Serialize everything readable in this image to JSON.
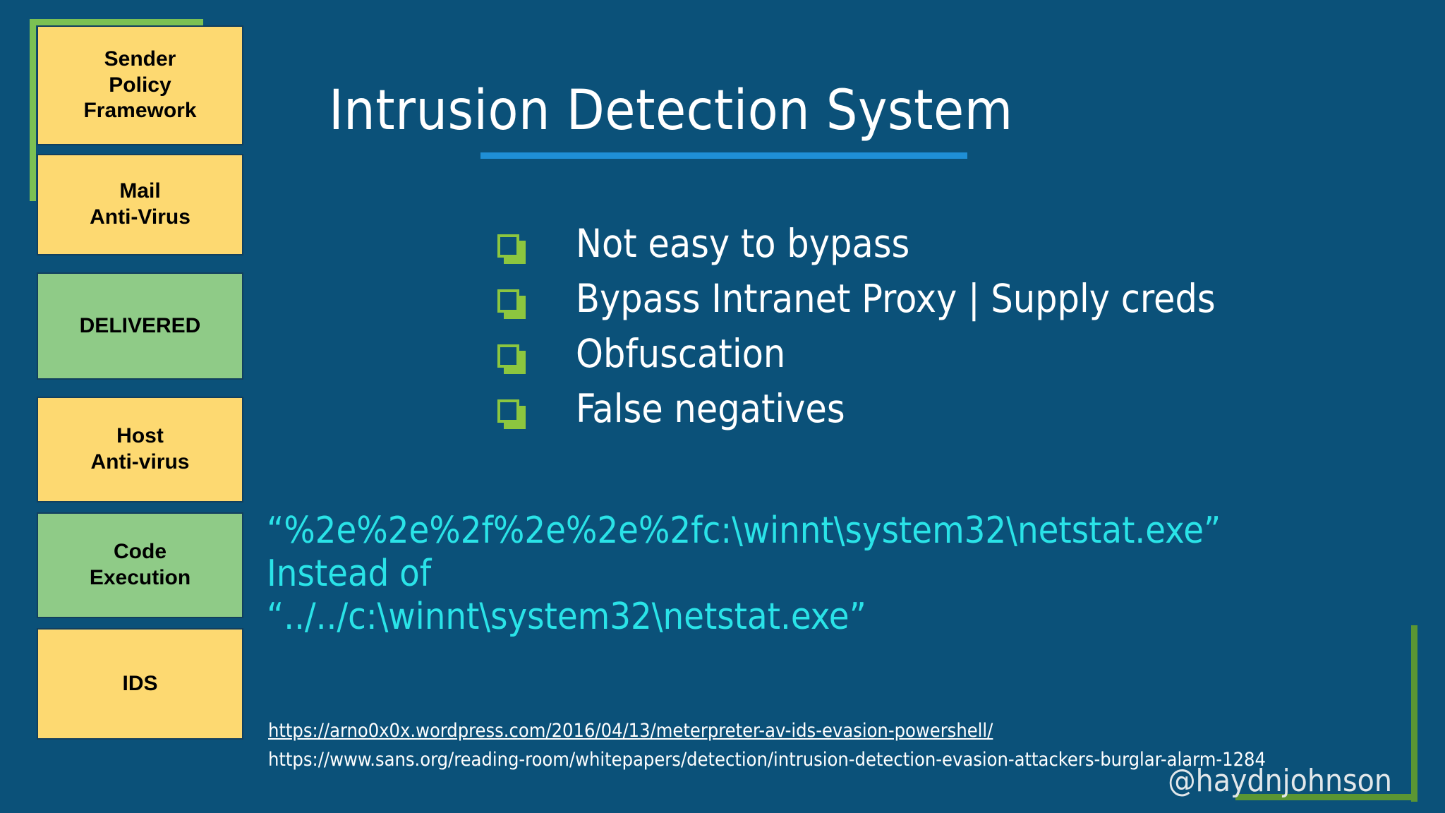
{
  "slide": {
    "background_color": "#0b5179",
    "title": "Intrusion Detection System",
    "title_rule_color": "#1f8fd6"
  },
  "accents": {
    "top_left_color": "#7cc153",
    "bottom_right_color": "#5b9633",
    "top_left_icon": "corner-bracket-icon",
    "bottom_right_icon": "corner-bracket-icon"
  },
  "flow_chart": {
    "boxes": [
      {
        "label": "Sender\nPolicy\nFramework",
        "fill": "#fdd971",
        "state": "yellow"
      },
      {
        "label": "Mail\nAnti-Virus",
        "fill": "#fdd971",
        "state": "yellow"
      },
      {
        "label": "DELIVERED",
        "fill": "#8fcb87",
        "state": "green"
      },
      {
        "label": "Host\nAnti-virus",
        "fill": "#fdd971",
        "state": "yellow"
      },
      {
        "label": "Code\nExecution",
        "fill": "#8fcb87",
        "state": "green"
      },
      {
        "label": "IDS",
        "fill": "#fdd971",
        "state": "yellow"
      }
    ]
  },
  "bullets": {
    "icon": "checkbox-box-icon",
    "icon_color": "#8cc63f",
    "items": [
      "Not easy to bypass",
      "Bypass Intranet Proxy | Supply creds",
      "Obfuscation",
      "False negatives"
    ]
  },
  "code_block": {
    "color": "#2ae3e8",
    "lines": [
      "“%2e%2e%2f%2e%2e%2fc:\\winnt\\system32\\netstat.exe”",
      "Instead of",
      "“../../c:\\winnt\\system32\\netstat.exe”"
    ]
  },
  "footer": {
    "link_1": "https://arno0x0x.wordpress.com/2016/04/13/meterpreter-av-ids-evasion-powershell/",
    "link_2": "https://www.sans.org/reading-room/whitepapers/detection/intrusion-detection-evasion-attackers-burglar-alarm-1284",
    "handle": "@haydnjohnson"
  }
}
